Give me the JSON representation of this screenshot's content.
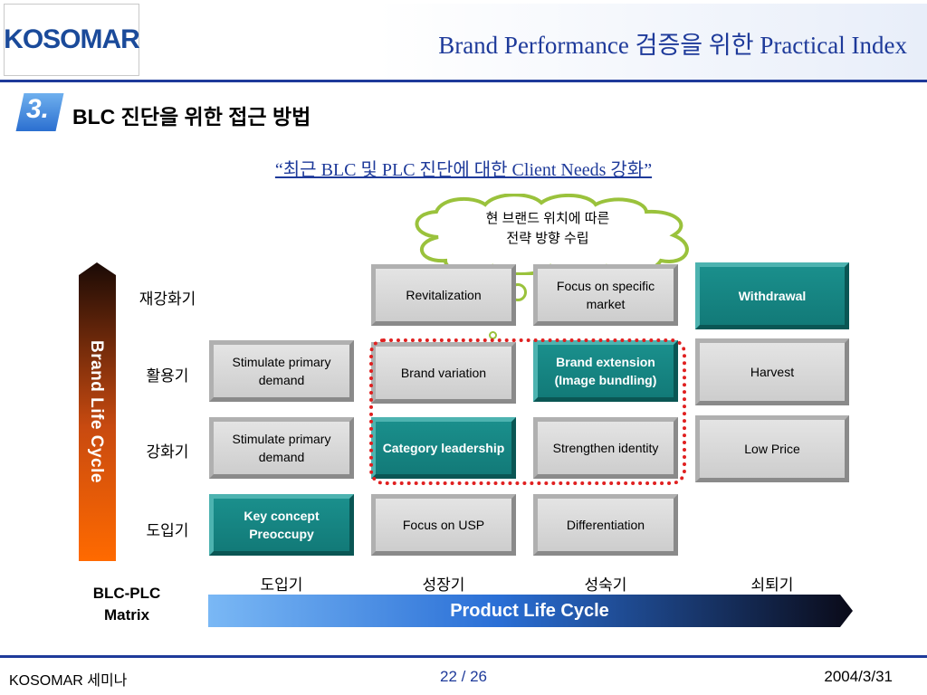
{
  "header": {
    "logo_text": "KOSOMAR",
    "title": "Brand Performance 검증을 위한 Practical Index"
  },
  "section": {
    "number": "3.",
    "title": "BLC 진단을 위한 접근 방법"
  },
  "subtitle": "“최근 BLC 및 PLC 진단에 대한 Client Needs 강화”",
  "cloud": {
    "line1": "현 브랜드 위치에 따른",
    "line2": "전략 방향 수립"
  },
  "blc_axis": {
    "label": "Brand Life Cycle",
    "rows": [
      "재강화기",
      "활용기",
      "강화기",
      "도입기"
    ]
  },
  "plc_axis": {
    "label": "Product Life Cycle",
    "columns": [
      "도입기",
      "성장기",
      "성숙기",
      "쇠퇴기"
    ]
  },
  "matrix_label": {
    "line1": "BLC-PLC",
    "line2": "Matrix"
  },
  "matrix": {
    "r0c1": "Revitalization",
    "r0c2": "Focus on  specific market",
    "r0c3": "Withdrawal",
    "r1c0": "Stimulate primary demand",
    "r1c1": "Brand variation",
    "r1c2": "Brand extension (Image bundling)",
    "r1c3": "Harvest",
    "r2c0": "Stimulate primary demand",
    "r2c1": "Category leadership",
    "r2c2": "Strengthen identity",
    "r2c3": "Low Price",
    "r3c0": "Key concept Preoccupy",
    "r3c1": "Focus on USP",
    "r3c2": "Differentiation"
  },
  "footer": {
    "left": "KOSOMAR 세미나",
    "page": "22 / 26",
    "date": "2004/3/31"
  },
  "colors": {
    "brand_blue": "#1e3a9a",
    "teal": "#1a8f8c",
    "highlight_red": "#e02020",
    "cloud_border": "#9ac23c"
  }
}
